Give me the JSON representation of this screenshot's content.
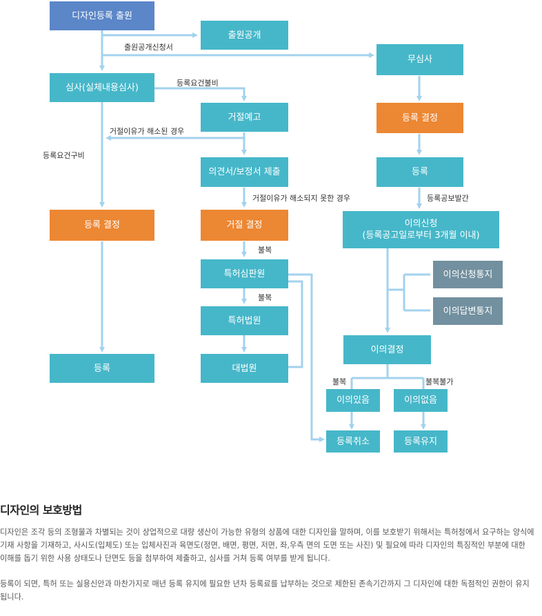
{
  "flow": {
    "boxes": {
      "application": "디자인등록 출원",
      "publication": "출원공개",
      "no_exam": "무심사",
      "exam": "심사(실체내용심사)",
      "rejection_notice": "거절예고",
      "opinion_submit": "의견서/보정서 제출",
      "reg_decision_left": "등록 결정",
      "reg_decision_right": "등록 결정",
      "register_right": "등록",
      "objection_l1": "이의신청",
      "objection_l2": "(등록공고일로부터 3개월 이내)",
      "objection_notice": "이의신청통지",
      "objection_reply": "이의답변통지",
      "objection_decision": "이의결정",
      "rejection_decision": "거절 결정",
      "patent_tribunal": "특허심판원",
      "patent_court": "특허법원",
      "supreme_court": "대법원",
      "register_left": "등록",
      "objection_yes": "이의있음",
      "objection_no": "이의없음",
      "reg_cancel": "등록취소",
      "reg_keep": "등록유지"
    },
    "labels": {
      "pub_request": "출원공개신청서",
      "reg_fail": "등록요건불비",
      "reason_resolved": "거절이유가 해소된 경우",
      "reg_meet": "등록요건구비",
      "reason_not_resolved": "거절이유가 해소되지 못한 경우",
      "reg_gazette": "등록공보발간",
      "appeal_1": "불복",
      "appeal_2": "불복",
      "appeal_3": "불복",
      "appeal_no": "불복불가"
    },
    "colors": {
      "teal": "#46b7c9",
      "orange": "#ec8733",
      "blue": "#5b86c8",
      "gray": "#72909f",
      "arrow": "#a3d2ee"
    }
  },
  "protection": {
    "title": "디자인의 보호방법",
    "para1": "디자인은 조각 등의 조형물과 차별되는 것이 상업적으로 대량 생산이 가능한 유형의 상품에 대한 디자인을 말하며, 이를 보호받기 위해서는 특허청에서 요구하는 양식에 기재 사항을 기재하고, 사시도(입체도) 또는 입체사진과 육면도(정면, 배면, 평면, 저면, 좌,우측 면의 도면 또는 사진) 및 필요에 따라 디자인의 특징적인 부분에 대한 이해를 돕기 위한 사용 상태도나 단면도 등을 첨부하여 제출하고, 심사를 거쳐 등록 여부를 받게 됩니다.",
    "para2": "등록이 되면, 특허 또는 실용신안과 마찬가지로 매년 등록 유지에 필요한 년차 등록료를 납부하는 것으로 제한된 존속기간까지 그 디자인에 대한 독점적인 권한이 유지 됩니다."
  }
}
